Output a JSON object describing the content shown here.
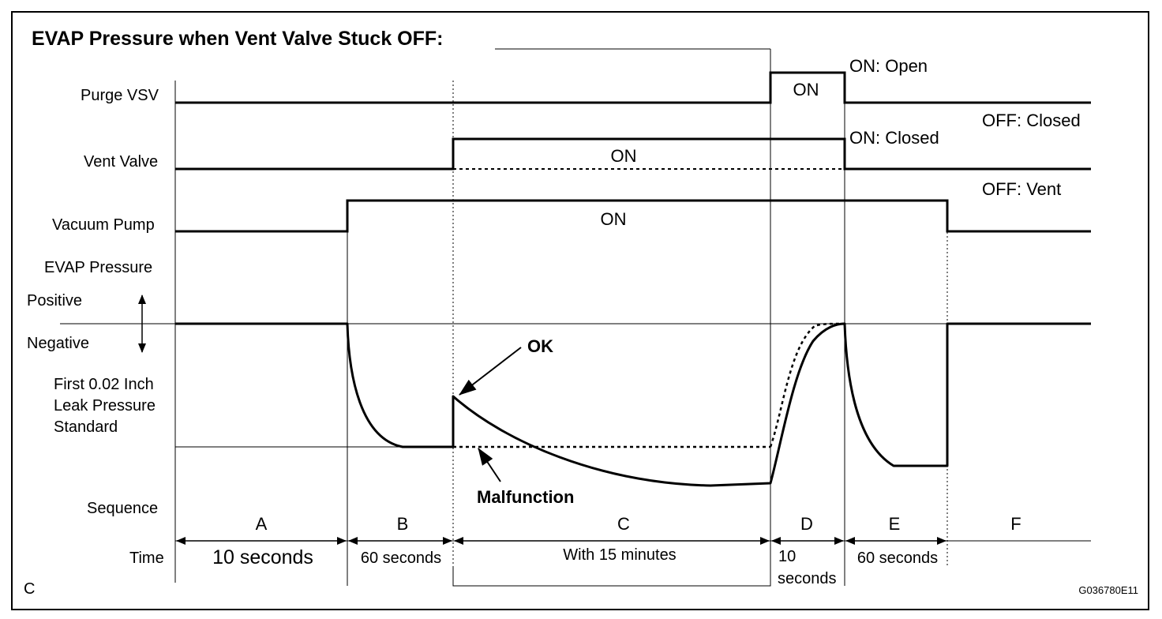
{
  "title": "EVAP Pressure when Vent Valve Stuck OFF:",
  "rows": {
    "purge_vsv": "Purge VSV",
    "vent_valve": "Vent Valve",
    "vacuum_pump": "Vacuum Pump",
    "evap_pressure": "EVAP Pressure",
    "positive": "Positive",
    "negative": "Negative",
    "leak_line1": "First 0.02 Inch",
    "leak_line2": "Leak Pressure",
    "leak_line3": "Standard",
    "sequence": "Sequence",
    "time": "Time"
  },
  "signals": {
    "purge_on": "ON",
    "vent_on": "ON",
    "pump_on": "ON"
  },
  "state_notes": {
    "on_open": "ON: Open",
    "off_closed": "OFF: Closed",
    "on_closed": "ON: Closed",
    "off_vent": "OFF: Vent"
  },
  "annotations": {
    "ok": "OK",
    "malfunction": "Malfunction"
  },
  "sequence": [
    "A",
    "B",
    "C",
    "D",
    "E",
    "F"
  ],
  "times": {
    "a": "10 seconds",
    "b": "60 seconds",
    "c": "With 15 minutes",
    "d1": "10",
    "d2": "seconds",
    "e": "60 seconds"
  },
  "corner_letter": "C",
  "figure_code": "G036780E11"
}
